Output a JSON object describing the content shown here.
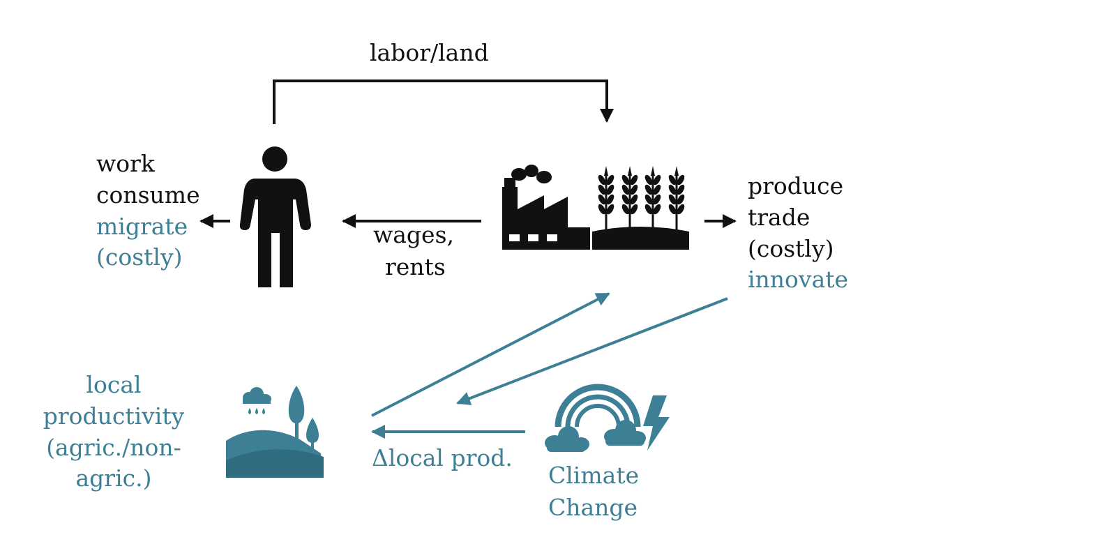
{
  "colors": {
    "black": "#111111",
    "teal": "#3d7f95"
  },
  "top_flow": {
    "label": "labor/land"
  },
  "household": {
    "lines": [
      {
        "text": "work",
        "tone": "black"
      },
      {
        "text": "consume",
        "tone": "black"
      },
      {
        "text": "migrate",
        "tone": "teal"
      },
      {
        "text": "(costly)",
        "tone": "teal"
      }
    ],
    "icon": "person-icon"
  },
  "wage_flow": {
    "line1": "wages,",
    "line2": "rents"
  },
  "firms": {
    "lines": [
      {
        "text": "produce",
        "tone": "black"
      },
      {
        "text": "trade",
        "tone": "black"
      },
      {
        "text": "(costly)",
        "tone": "black"
      },
      {
        "text": "innovate",
        "tone": "teal"
      }
    ],
    "icons": [
      "factory-icon",
      "wheat-field-icon"
    ]
  },
  "productivity": {
    "lines": [
      "local",
      "productivity",
      "(agric./non-",
      "agric.)"
    ],
    "icon": "landscape-rain-trees-icon"
  },
  "delta_label": "Δlocal prod.",
  "climate": {
    "line1": "Climate",
    "line2": "Change",
    "icon": "rainbow-clouds-lightning-icon"
  }
}
